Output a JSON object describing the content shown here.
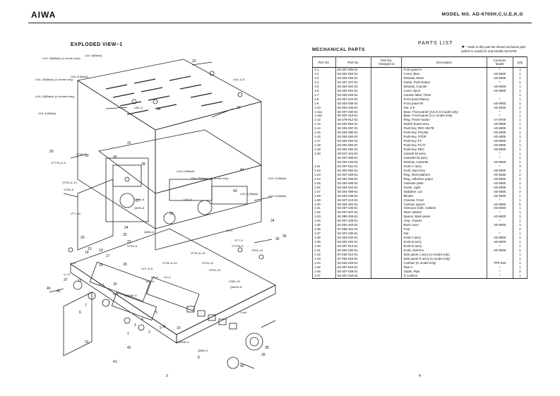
{
  "header": {
    "brand": "AIWA",
    "model": "MODEL NO. AD-6700H,C,U,E,K,G"
  },
  "left": {
    "title": "EXPLODED VIEW–1",
    "page_number": "3",
    "labels": {
      "l32": "32",
      "l33": "33",
      "l34": "34",
      "l35": "35",
      "l36": "36",
      "l64": "64",
      "l44": "44",
      "l43": "43",
      "l26": "26",
      "l28": "28",
      "l30a": "30",
      "l30b": "30",
      "l31": "31",
      "l29": "29",
      "l20": "20",
      "l19": "19",
      "l17": "17",
      "l15": "15",
      "l13": "13",
      "l14": "14",
      "l12": "12",
      "l16": "16",
      "l18": "18",
      "l11": "11",
      "l10": "10",
      "l9": "9",
      "l8": "8",
      "l7": "7",
      "l6": "6",
      "l5": "5",
      "l4": "4",
      "l3": "3",
      "l2": "2",
      "l1": "1",
      "l22": "22",
      "l23": "23",
      "l24": "24",
      "l25": "25",
      "l27": "27",
      "l38": "38",
      "l39": "39",
      "l40": "40",
      "l41": "41",
      "l42": "42",
      "l45": "45",
      "l46": "46",
      "l37": "37"
    },
    "callouts": {
      "c1": "U14–25(Black)\n(U model only)",
      "c2": "U14–6(Black)",
      "c3": "U14–6\n(Black)",
      "c4": "U14–25(Black)\n(U model only)",
      "c5": "U14–25(Black)\n(U models only)",
      "c6": "U14–6\n(Black)",
      "c7": "U15–3–8",
      "c8": "U03–3",
      "c9": "VT26–6",
      "c10": "VT28–6",
      "c11": "VT28–6–10",
      "c12": "VTT03–6–5",
      "c13": "VT7–10",
      "c14": "U14–6\n(Black)",
      "c15": "U14–25(Black)\n(U model only)",
      "c16": "U14–6\n(Black)",
      "c17": "U14–6\n(Black)",
      "c18": "U14–6",
      "c19": "U14–6\n(Black)",
      "c20": "L8–4",
      "c21": "VT7–5",
      "c22": "VTT03–5",
      "c23": "VF04–10",
      "c24": "VF04–10",
      "c25": "VT03–10",
      "c26": "VT26–6",
      "c27": "U1–6",
      "c28": "U5–6",
      "c29": "U17–6–6",
      "c30": "U28–6",
      "c31": "VT26–6–10",
      "c32": "V383–10",
      "c33": "Q6526–6",
      "c34": "VW626–6",
      "c35": "VW626–6",
      "c36": "Q658–6",
      "c37": "Q656–6",
      "c38": "1 tub",
      "c39": "U–3",
      "c40": "U–11",
      "c41": "N–3",
      "c42": "Q626–6",
      "c43": "Q626–6",
      "c44": "VT28–6–10",
      "c45": "U–3"
    }
  },
  "right": {
    "parts_title": "PARTS LIST",
    "section_title": "MECHANICAL PARTS",
    "note_star": "★",
    "note_text": "* mark in this part list shows exclusive part\n(which is used) for only Model AD-6700.",
    "page_number": "4",
    "columns": {
      "ref": "Ref. No.",
      "part": "Part No.",
      "changed": "Part No.\nChanged to",
      "desc": "Description",
      "model": "Common\nModel",
      "qty": "Q'ty"
    },
    "rows": [
      {
        "ref": "1-1",
        "part": "82-307-005-01",
        "chg": "",
        "desc": "Front panel A",
        "model": "*",
        "qty": "1"
      },
      {
        "ref": "1-2",
        "part": "82-304-053-01",
        "chg": "",
        "desc": "Cover, Bias",
        "model": "AD-6900",
        "qty": "1"
      },
      {
        "ref": "1-3",
        "part": "82-304-026-01",
        "chg": "",
        "desc": "Window, Meter",
        "model": "AD-6900",
        "qty": "1"
      },
      {
        "ref": "1-4",
        "part": "82-307-227-01",
        "chg": "",
        "desc": "Guide, Push button",
        "model": "*",
        "qty": "1"
      },
      {
        "ref": "1-5",
        "part": "82-304-061-01",
        "chg": "",
        "desc": "Window, Counter",
        "model": "AD-6900",
        "qty": "1"
      },
      {
        "ref": "1-6",
        "part": "82-304-051-01",
        "chg": "",
        "desc": "Cover, Eject",
        "model": "AD-6900",
        "qty": "1"
      },
      {
        "ref": "1-7",
        "part": "82-326-026-01",
        "chg": "",
        "desc": "Caution label, Timer",
        "model": "",
        "qty": "1"
      },
      {
        "ref": "1-8",
        "part": "82-307-222-01",
        "chg": "",
        "desc": "Front panel Bass'y",
        "model": "*",
        "qty": "1"
      },
      {
        "ref": "1-9",
        "part": "82-304-006-01",
        "chg": "",
        "desc": "Front panel W",
        "model": "AD-6900",
        "qty": "1"
      },
      {
        "ref": "1-10",
        "part": "82-304-245-01",
        "chg": "",
        "desc": "Nut, 2-9",
        "model": "AD-6900",
        "qty": "2"
      },
      {
        "ref": "1-11a",
        "part": "82-307-330-01",
        "chg": "",
        "desc": "Base, Front panel (H,E,K,G model only)",
        "model": "*",
        "qty": "1"
      },
      {
        "ref": "1-11b",
        "part": "82-307-319-01",
        "chg": "",
        "desc": "Base, Front panel (C,U model only)",
        "model": "*",
        "qty": "1"
      },
      {
        "ref": "1-12",
        "part": "82-478-912-01",
        "chg": "",
        "desc": "Ring, Power button",
        "model": "AA-8700",
        "qty": "1"
      },
      {
        "ref": "1-13",
        "part": "82-304-853-01",
        "chg": "",
        "desc": "Switch board ass'y",
        "model": "AD-6900",
        "qty": "1"
      },
      {
        "ref": "1-14",
        "part": "82-304-087-01",
        "chg": "",
        "desc": "Push-key, REC MUTE",
        "model": "AD-6900",
        "qty": "1"
      },
      {
        "ref": "1-15",
        "part": "82-304-085-01",
        "chg": "",
        "desc": "Push-key, PAUSE",
        "model": "AD-6900",
        "qty": "1"
      },
      {
        "ref": "1-16",
        "part": "82-304-083-01",
        "chg": "",
        "desc": "Push-key, STOP",
        "model": "AD-6900",
        "qty": "1"
      },
      {
        "ref": "1-17",
        "part": "82-304-084-01",
        "chg": "",
        "desc": "Push-key, FF",
        "model": "AD-6900",
        "qty": "2"
      },
      {
        "ref": "1-18",
        "part": "82-304-084-01",
        "chg": "",
        "desc": "Push-key, PLAY",
        "model": "AD-6900",
        "qty": "1"
      },
      {
        "ref": "1-19",
        "part": "82-304-082-01",
        "chg": "",
        "desc": "Push-key, REC",
        "model": "AD-6900",
        "qty": "1"
      },
      {
        "ref": "1-20",
        "part": "09-047-104-01",
        "chg": "",
        "desc": "Cassett lid ass'y",
        "model": "*",
        "qty": "1"
      },
      {
        "ref": "",
        "part": "82-307-009-01",
        "chg": "",
        "desc": "Cassette lid ass'y",
        "model": "*",
        "qty": "1"
      },
      {
        "ref": "",
        "part": "82-304-043-01",
        "chg": "",
        "desc": "Window, Cassette",
        "model": "AD-6900",
        "qty": "1"
      },
      {
        "ref": "1-21",
        "part": "82-307-011-01",
        "chg": "",
        "desc": "Knob C ass'y",
        "model": "*",
        "qty": "3"
      },
      {
        "ref": "1-22",
        "part": "82-304-062-01",
        "chg": "",
        "desc": "Knob, Eject key",
        "model": "AD-6900",
        "qty": "1"
      },
      {
        "ref": "1-23",
        "part": "82-307-029-01",
        "chg": "",
        "desc": "Ring, Reel platform",
        "model": "AD-6550",
        "qty": "2"
      },
      {
        "ref": "1-24",
        "part": "82-387-290-01",
        "chg": "",
        "desc": "Ring, Adhesive paper",
        "model": "AD-6550",
        "qty": "2"
      },
      {
        "ref": "1-25",
        "part": "82-304-065-01",
        "chg": "",
        "desc": "Cassette plate",
        "model": "AD-6900",
        "qty": "1"
      },
      {
        "ref": "1-26",
        "part": "82-304-044-01",
        "chg": "",
        "desc": "Guide, Light",
        "model": "AD-6900",
        "qty": "1"
      },
      {
        "ref": "1-27",
        "part": "82-304-059-01",
        "chg": "",
        "desc": "Stabilizer, Lid",
        "model": "AD-6500",
        "qty": "2"
      },
      {
        "ref": "1-28",
        "part": "82-304-049-01",
        "chg": "",
        "desc": "Blinder",
        "model": "AD-6900",
        "qty": "1"
      },
      {
        "ref": "1-29",
        "part": "82-307-213-01",
        "chg": "",
        "desc": "Chassis, Front",
        "model": "*",
        "qty": "1"
      },
      {
        "ref": "1-30",
        "part": "82-304-302-01",
        "chg": "",
        "desc": "Cushion spacer",
        "model": "AD-6900",
        "qty": "5"
      },
      {
        "ref": "1-31",
        "part": "82-387-245-01",
        "chg": "",
        "desc": "Hinmoon cloth, Cabinet",
        "model": "AD-6550",
        "qty": "1"
      },
      {
        "ref": "1-32",
        "part": "82-307-007-01",
        "chg": "",
        "desc": "Steel cabinet",
        "model": "*",
        "qty": "1"
      },
      {
        "ref": "1-33",
        "part": "82-380-409-01",
        "chg": "",
        "desc": "Spacer, Back panel",
        "model": "AD-6500",
        "qty": "1"
      },
      {
        "ref": "1-34",
        "part": "82-307-228-01",
        "chg": "",
        "desc": "Amp. chassis",
        "model": "*",
        "qty": "1"
      },
      {
        "ref": "1-35",
        "part": "82-304-203-01",
        "chg": "",
        "desc": "Back cover",
        "model": "AD-6900",
        "qty": "1"
      },
      {
        "ref": "1-36",
        "part": "87-065-161-01",
        "chg": "",
        "desc": "Foot",
        "model": "",
        "qty": "4"
      },
      {
        "ref": "1-37",
        "part": "82-307-235-01",
        "chg": "",
        "desc": "Nut",
        "model": "*",
        "qty": "1"
      },
      {
        "ref": "1-38",
        "part": "82-304-032-01",
        "chg": "",
        "desc": "Knob A ass'y",
        "model": "AD-6900",
        "qty": "1"
      },
      {
        "ref": "1-39",
        "part": "82-304-034-01",
        "chg": "",
        "desc": "Knob B ass'y",
        "model": "AD-6900",
        "qty": "1"
      },
      {
        "ref": "1-40",
        "part": "82-307-013-01",
        "chg": "",
        "desc": "Knob D ass'y",
        "model": "*",
        "qty": "1"
      },
      {
        "ref": "1-41",
        "part": "82-304-030-01",
        "chg": "",
        "desc": "Knob, Selector",
        "model": "AD-6900",
        "qty": "1"
      },
      {
        "ref": "1-42",
        "part": "87-062-014-01",
        "chg": "",
        "desc": "Side panel L ass'y (U model only)",
        "model": "",
        "qty": "1"
      },
      {
        "ref": "1-43",
        "part": "87-062-015-01",
        "chg": "",
        "desc": "Side panel R ass'y (U model only)",
        "model": "",
        "qty": "1"
      },
      {
        "ref": "1-44",
        "part": "82-533-229-01",
        "chg": "",
        "desc": "Cushion (U model only)",
        "model": "TPR-920",
        "qty": "1"
      },
      {
        "ref": "1-45",
        "part": "82-307-024-01",
        "chg": "",
        "desc": "Pipe A",
        "model": "*",
        "qty": "1"
      },
      {
        "ref": "1-46",
        "part": "82-307-028-01",
        "chg": "",
        "desc": "Guide, Pipe",
        "model": "*",
        "qty": "2"
      },
      {
        "ref": "1-47",
        "part": "82-307-234-01",
        "chg": "",
        "desc": "G cushion",
        "model": "*",
        "qty": "1"
      }
    ]
  }
}
